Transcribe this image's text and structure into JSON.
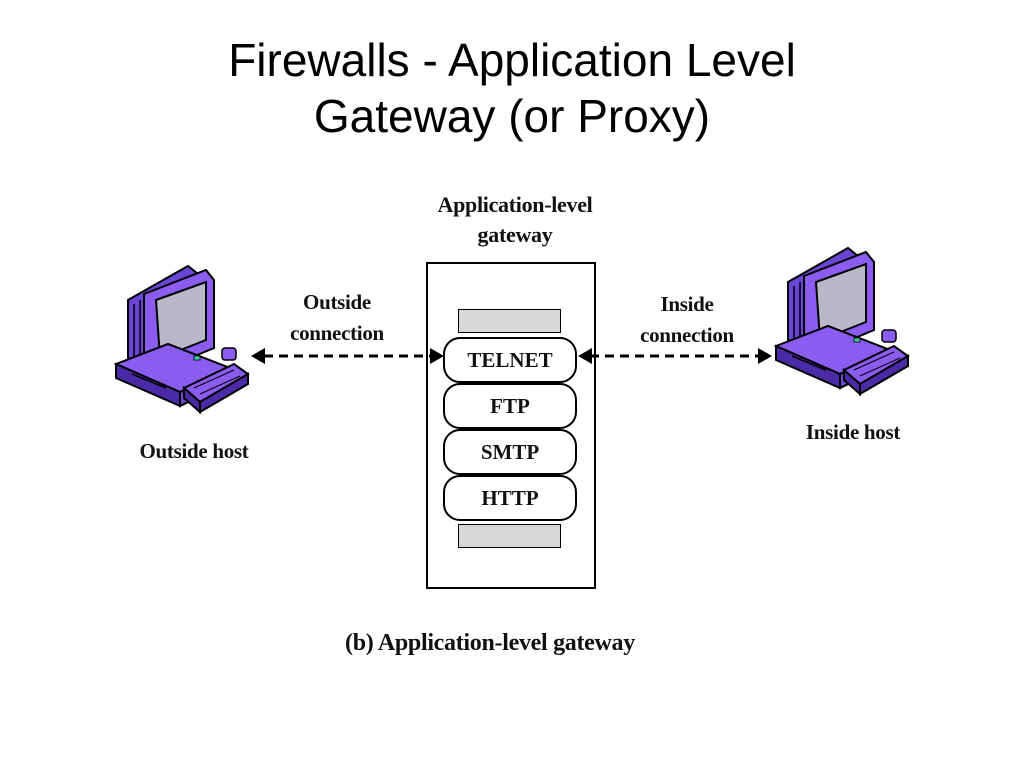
{
  "slide": {
    "title_line1": "Firewalls - Application Level",
    "title_line2": "Gateway (or Proxy)"
  },
  "diagram": {
    "gateway_label": "Application-level gateway",
    "protocols": [
      "TELNET",
      "FTP",
      "SMTP",
      "HTTP"
    ],
    "outside_connection_label": "Outside connection",
    "inside_connection_label": "Inside connection",
    "outside_host_label": "Outside host",
    "inside_host_label": "Inside host",
    "caption": "(b) Application-level gateway"
  },
  "colors": {
    "computer_fill": "#8a5cf0",
    "computer_dark": "#4b2aa8",
    "screen_fill": "#b8b8c8",
    "pad_fill": "#d7d7d7"
  }
}
